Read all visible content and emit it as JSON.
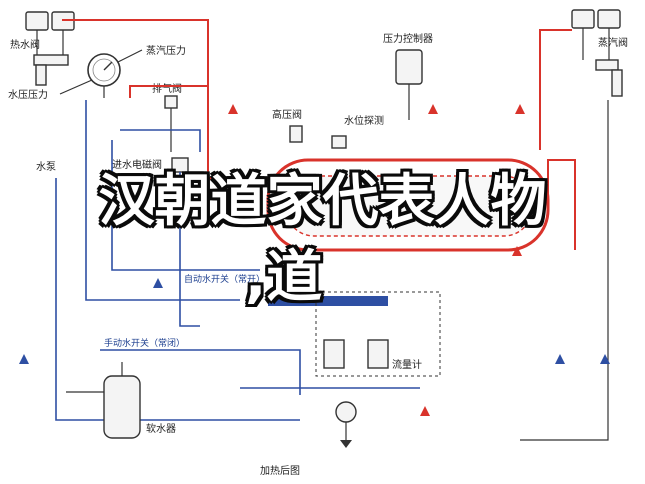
{
  "labels": {
    "water_level_switch": "热水阀",
    "steam_pressure": "蒸汽压力",
    "water_pressure": "水压压力",
    "exhaust_valve": "排气阀",
    "inlet_solenoid": "进水电磁阀",
    "pump": "水泵",
    "pressure_controller": "压力控制器",
    "steam_outlet": "蒸汽阀",
    "high_pressure_valve": "高压阀",
    "level_probe": "水位探测",
    "auto_switch": "自动水开关（常开）",
    "manual_switch": "手动水开关（常闭）",
    "flow_meter": "流量计",
    "softener": "软水器",
    "caption": "加热后图"
  },
  "overlay": {
    "title": "汉朝道家代表人物",
    "subtitle": ",道"
  },
  "colors": {
    "steam_line": "#d9332b",
    "water_line": "#2e4fa3"
  }
}
